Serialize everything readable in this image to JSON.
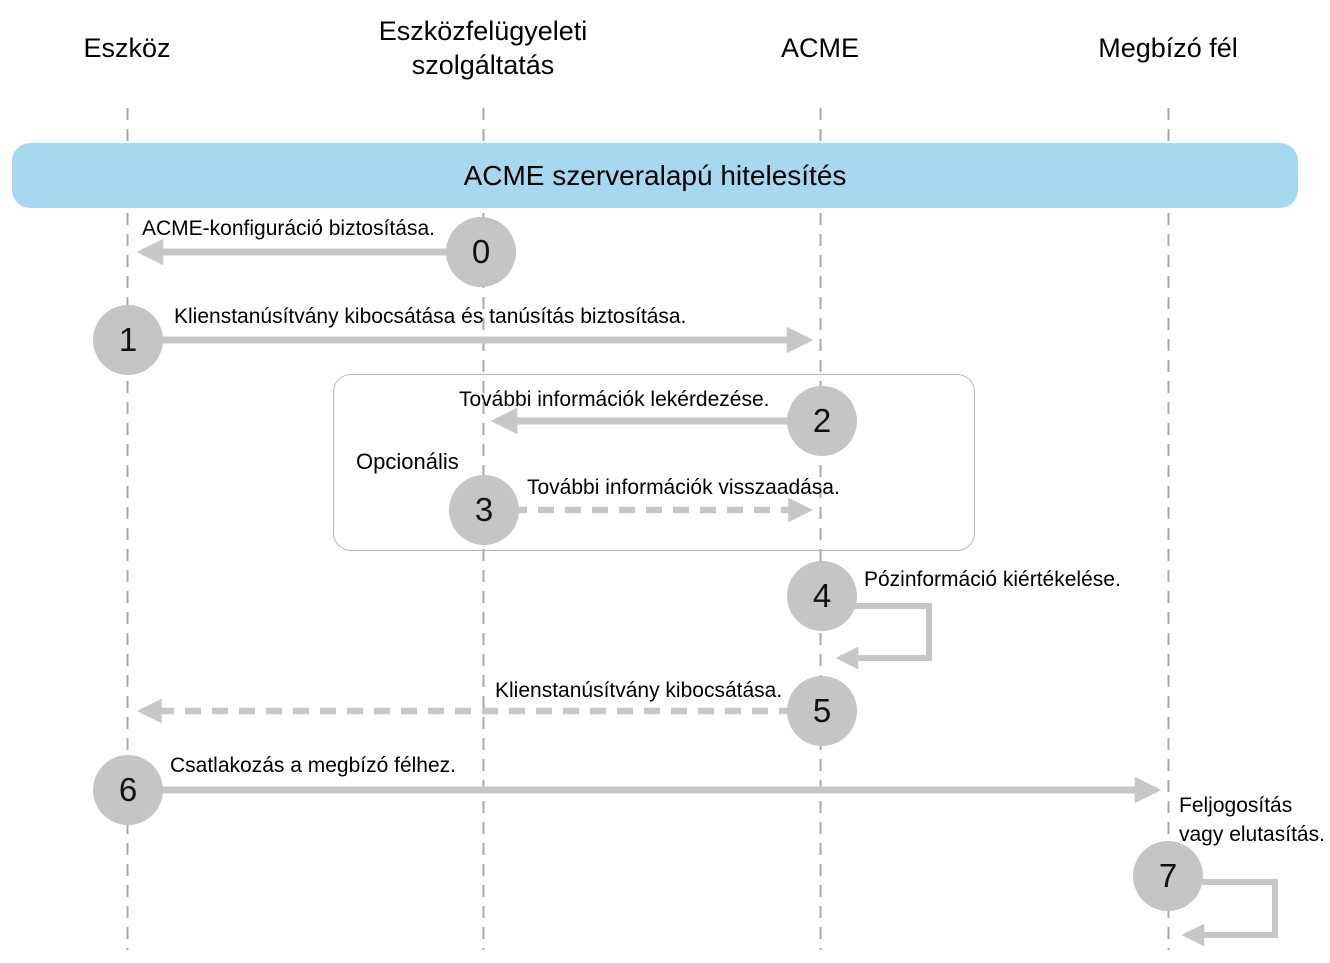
{
  "figure": {
    "type": "sequence-diagram",
    "banner": "ACME szerveralapú hitelesítés",
    "actors": [
      {
        "label": "Eszköz"
      },
      {
        "label": "Eszközfelügyeleti szolgáltatás",
        "label_lines": [
          "Eszközfelügyeleti",
          "szolgáltatás"
        ]
      },
      {
        "label": "ACME"
      },
      {
        "label": "Megbízó fél"
      }
    ],
    "optional_group": {
      "label": "Opcionális",
      "contains_steps": [
        "2",
        "3"
      ]
    },
    "steps": [
      {
        "num": "0",
        "label": "ACME-konfiguráció biztosítása.",
        "from": "Eszközfelügyeleti szolgáltatás",
        "to": "Eszköz",
        "arrow": "solid-left"
      },
      {
        "num": "1",
        "label": "Klienstanúsítvány kibocsátása és tanúsítás biztosítása.",
        "from": "Eszköz",
        "to": "ACME",
        "arrow": "solid-right"
      },
      {
        "num": "2",
        "label": "További információk lekérdezése.",
        "from": "ACME",
        "to": "Eszközfelügyeleti szolgáltatás",
        "arrow": "solid-left"
      },
      {
        "num": "3",
        "label": "További információk visszaadása.",
        "from": "Eszközfelügyeleti szolgáltatás",
        "to": "ACME",
        "arrow": "dashed-right"
      },
      {
        "num": "4",
        "label": "Pózinformáció kiértékelése.",
        "from": "ACME",
        "to": "ACME",
        "arrow": "self-loop"
      },
      {
        "num": "5",
        "label": "Klienstanúsítvány kibocsátása.",
        "from": "ACME",
        "to": "Eszköz",
        "arrow": "dashed-left"
      },
      {
        "num": "6",
        "label": "Csatlakozás a megbízó félhez.",
        "from": "Eszköz",
        "to": "Megbízó fél",
        "arrow": "solid-right"
      },
      {
        "num": "7",
        "label": "Feljogosítás vagy elutasítás.",
        "label_lines": [
          "Feljogosítás",
          "vagy elutasítás."
        ],
        "from": "Megbízó fél",
        "to": "Megbízó fél",
        "arrow": "self-loop"
      }
    ],
    "colors": {
      "banner_bg": "#a6d9ef",
      "arrow_gray": "#c7c7c7",
      "badge_gray": "#c5c5c5",
      "lifeline_gray": "#a8a8a8",
      "optional_border": "#b9b9b9",
      "text": "#000000",
      "background": "#ffffff"
    }
  }
}
